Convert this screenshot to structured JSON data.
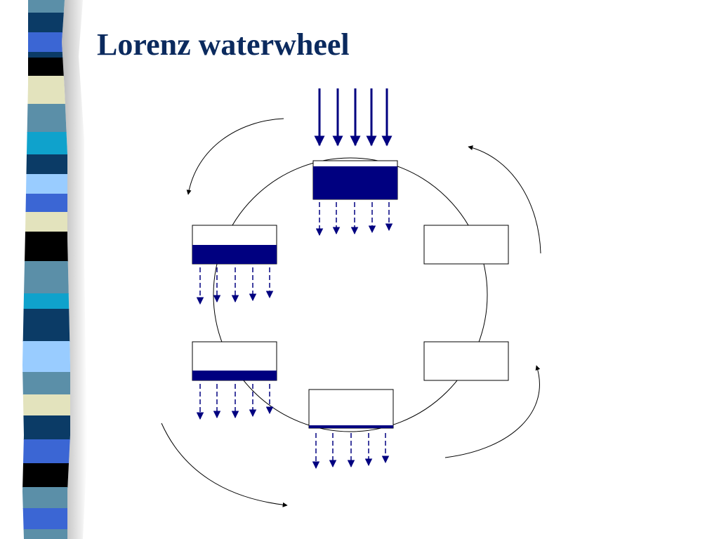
{
  "slide": {
    "title": "Lorenz waterwheel"
  },
  "colors": {
    "title": "#0b2a5e",
    "water": "#000080",
    "stripe_palette": [
      "#5b8fa8",
      "#0b3b66",
      "#3b66d4",
      "#000000",
      "#e3e3bd",
      "#0fa2cc",
      "#99ccff"
    ]
  },
  "diagram": {
    "inflow_arrow_count": 5,
    "rotation": "counterclockwise",
    "buckets": [
      {
        "position": "top",
        "fill_fraction": 0.85,
        "drain_arrows": 5
      },
      {
        "position": "upper-left",
        "fill_fraction": 0.5,
        "drain_arrows": 5
      },
      {
        "position": "lower-left",
        "fill_fraction": 0.25,
        "drain_arrows": 5
      },
      {
        "position": "bottom",
        "fill_fraction": 0.08,
        "drain_arrows": 5
      },
      {
        "position": "lower-right",
        "fill_fraction": 0,
        "drain_arrows": 0
      },
      {
        "position": "upper-right",
        "fill_fraction": 0,
        "drain_arrows": 0
      }
    ]
  }
}
